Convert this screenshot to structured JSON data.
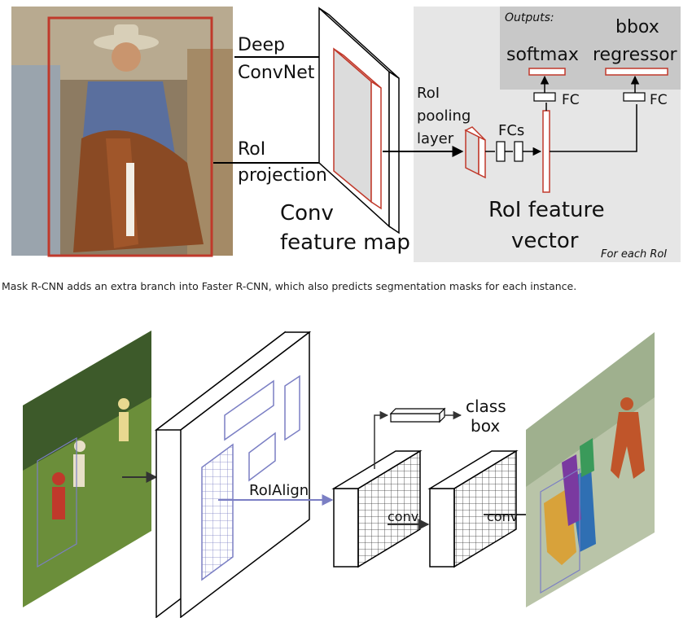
{
  "fast_rcnn": {
    "labels": {
      "deep": "Deep",
      "convnet": "ConvNet",
      "roi": "RoI",
      "projection": "projection",
      "conv": "Conv",
      "feature_map": "feature map",
      "roi_pooling_1": "RoI",
      "roi_pooling_2": "pooling",
      "roi_pooling_3": "layer",
      "fcs": "FCs",
      "fc_left": "FC",
      "fc_right": "FC",
      "outputs": "Outputs:",
      "softmax": "softmax",
      "bbox": "bbox",
      "regressor": "regressor",
      "roi_feature": "RoI feature",
      "vector": "vector",
      "for_each_roi": "For each RoI"
    },
    "colors": {
      "accent_red": "#c0392b",
      "panel_gray": "#e6e6e6",
      "outputs_gray": "#c8c8c8"
    }
  },
  "caption": "Mask R-CNN adds an extra branch into Faster R-CNN, which also predicts segmentation masks for each instance.",
  "mask_rcnn": {
    "labels": {
      "roialign": "RoIAlign",
      "conv_1": "conv",
      "conv_2": "conv",
      "class": "class",
      "box": "box"
    },
    "colors": {
      "roi_blue": "#7b7fc4",
      "field_green": "#6b8e3a"
    }
  }
}
